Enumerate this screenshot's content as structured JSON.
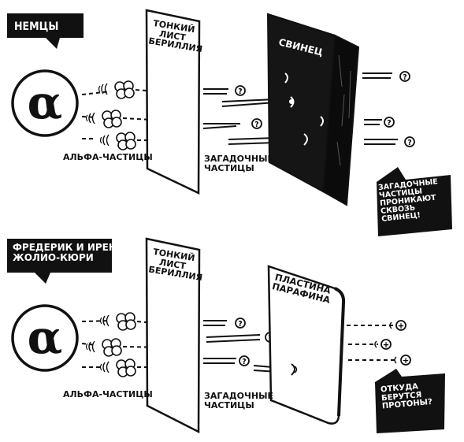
{
  "panel_top": {
    "tag": "НЕМЦЫ",
    "sheet": [
      "ТОНКИЙ",
      "ЛИСТ",
      "БЕРИЛЛИЯ"
    ],
    "block": "СВИНЕЦ",
    "source_symbol": "α",
    "alpha_label": "АЛЬФА-ЧАСТИЦЫ",
    "mystery_label": [
      "ЗАГАДОЧНЫЕ",
      "ЧАСТИЦЫ"
    ],
    "mystery_mark": "?",
    "callout": [
      "ЗАГАДОЧНЫЕ",
      "ЧАСТИЦЫ",
      "ПРОНИКАЮТ",
      "СКВОЗЬ СВИНЕЦ!"
    ]
  },
  "panel_bottom": {
    "tag": [
      "ФРЕДЕРИК И ИРЕН",
      "ЖОЛИО-КЮРИ"
    ],
    "sheet": [
      "ТОНКИЙ",
      "ЛИСТ",
      "БЕРИЛЛИЯ"
    ],
    "block": [
      "ПЛАСТИНА",
      "ПАРАФИНА"
    ],
    "source_symbol": "α",
    "alpha_label": "АЛЬФА-ЧАСТИЦЫ",
    "mystery_label": [
      "ЗАГАДОЧНЫЕ",
      "ЧАСТИЦЫ"
    ],
    "mystery_mark": "?",
    "proton_mark": "+",
    "callout": [
      "ОТКУДА",
      "БЕРУТСЯ",
      "ПРОТОНЫ?"
    ]
  },
  "colors": {
    "ink": "#111111",
    "paper": "#ffffff",
    "block": "#151515"
  }
}
